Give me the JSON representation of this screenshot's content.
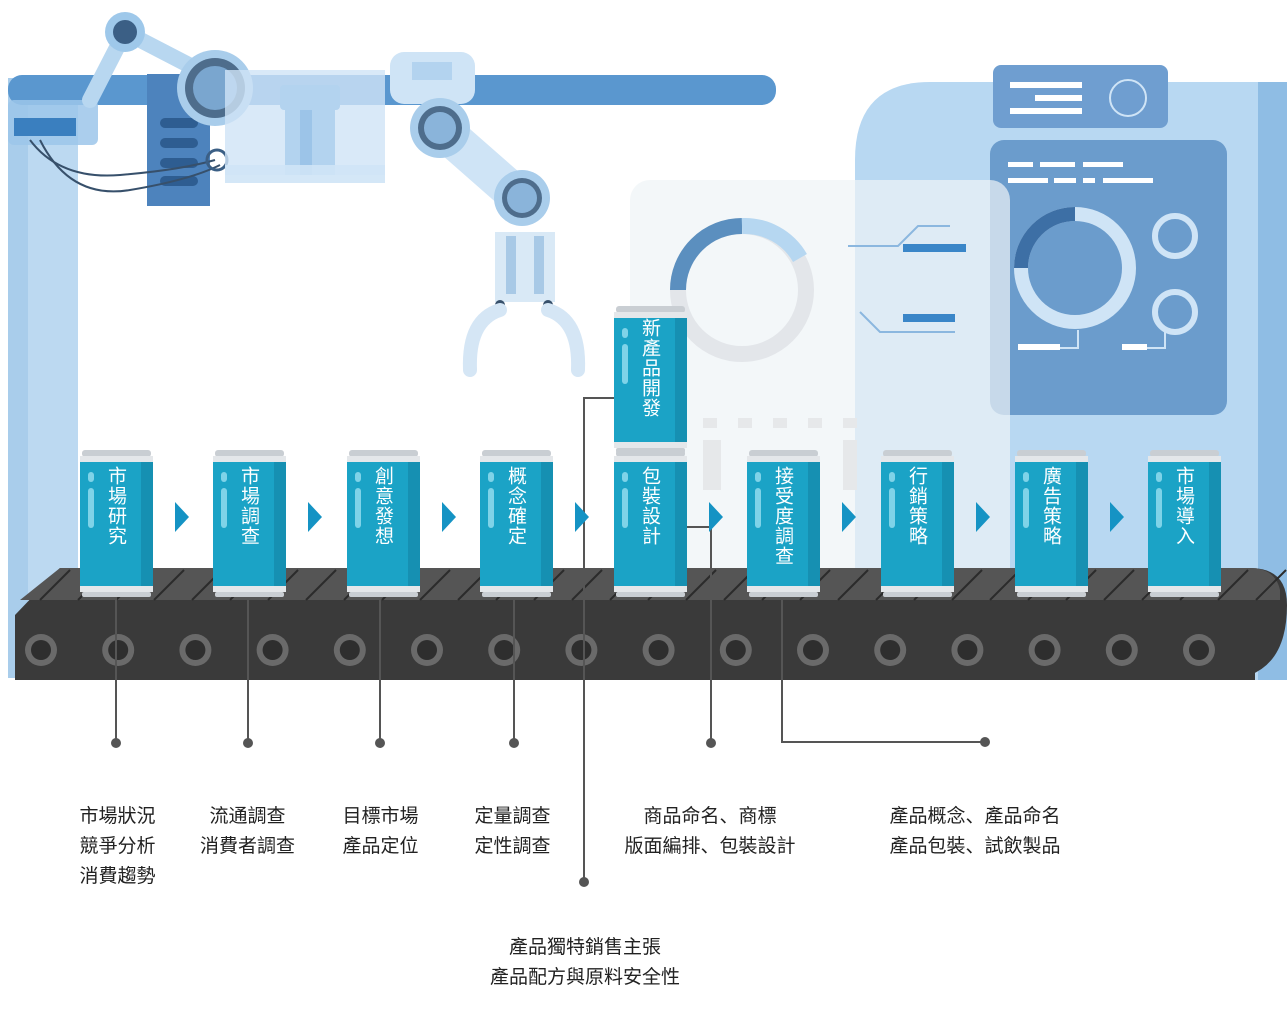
{
  "cans": [
    {
      "label": "市場研究"
    },
    {
      "label": "市場調查"
    },
    {
      "label": "創意發想"
    },
    {
      "label": "概念確定"
    },
    {
      "label": "包裝設計"
    },
    {
      "label": "接受度調查"
    },
    {
      "label": "行銷策略"
    },
    {
      "label": "廣告策略"
    },
    {
      "label": "市場導入"
    }
  ],
  "top_can": {
    "label": "新產品開發"
  },
  "notes": [
    {
      "lines": [
        "市場狀況",
        "競爭分析",
        "消費趨勢"
      ]
    },
    {
      "lines": [
        "流通調查",
        "消費者調查"
      ]
    },
    {
      "lines": [
        "目標市場",
        "產品定位"
      ]
    },
    {
      "lines": [
        "定量調查",
        "定性調查"
      ]
    },
    {
      "lines": [
        "商品命名、商標",
        "版面編排、包裝設計"
      ]
    },
    {
      "lines": [
        "產品概念、產品命名",
        "產品包裝、試飲製品"
      ]
    },
    {
      "lines": [
        "產品獨特銷售主張",
        "產品配方與原料安全性"
      ]
    }
  ],
  "colors": {
    "can_blue": "#1ba3c6",
    "can_highlight": "#7fd3e8",
    "arrow_blue": "#1593c4",
    "belt_dark": "#3a3a3a",
    "belt_slat": "#5a5a5a",
    "machine_blue": "#4f8fc9",
    "machine_light": "#b9d9f1",
    "panel_blue": "#6b9ccc",
    "leader_line": "#555555"
  }
}
